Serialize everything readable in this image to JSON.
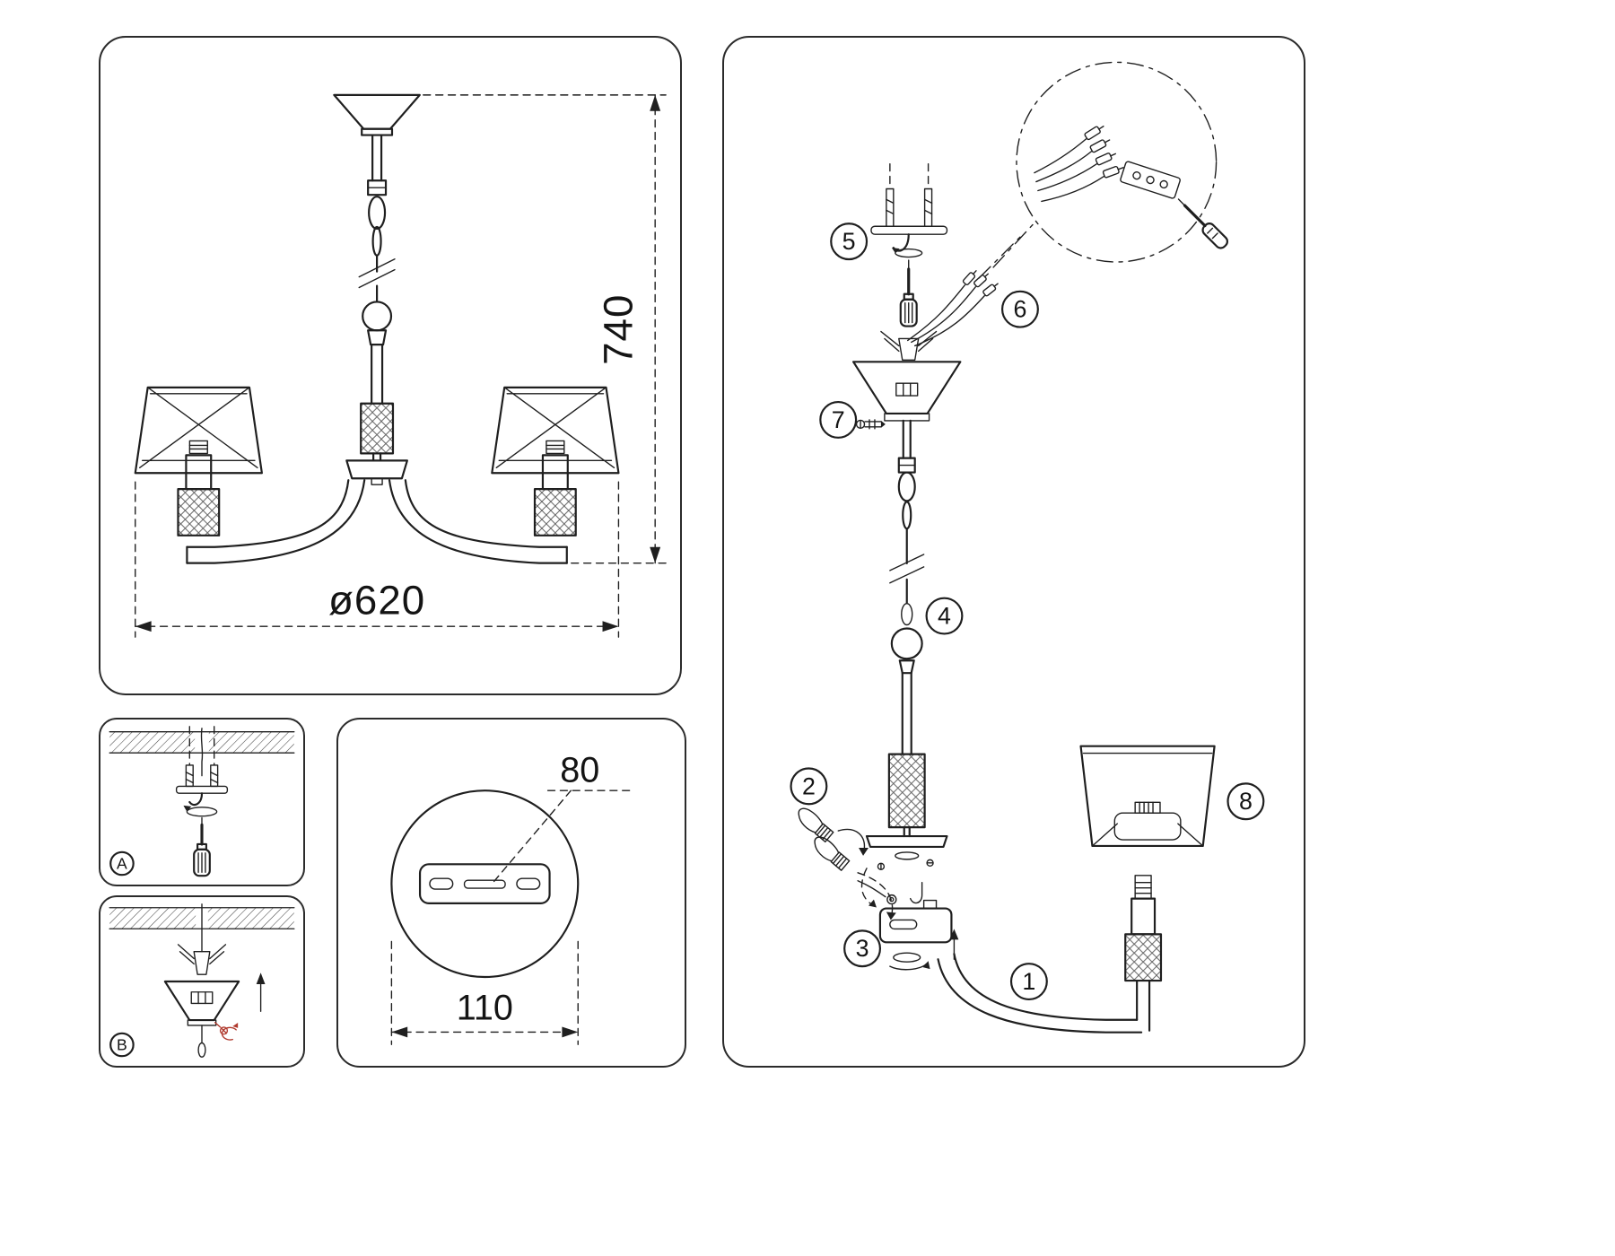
{
  "page": {
    "background": "#ffffff",
    "line_color": "#1f1f1f",
    "accent_red": "#b03a2e"
  },
  "overview": {
    "dim_height": "740",
    "dim_diameter": "ø620"
  },
  "mount_steps": {
    "a_label": "A",
    "b_label": "B"
  },
  "bracket_detail": {
    "dim_hole_spacing": "80",
    "dim_plate_width": "110"
  },
  "assembly": {
    "steps": [
      "1",
      "2",
      "3",
      "4",
      "5",
      "6",
      "7",
      "8"
    ]
  }
}
